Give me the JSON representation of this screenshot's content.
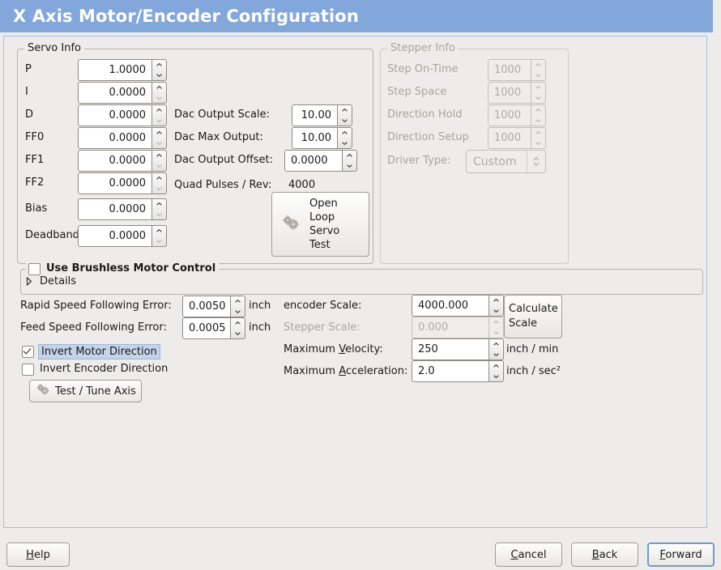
{
  "window": {
    "title": "X Axis Motor/Encoder Configuration"
  },
  "servo": {
    "legend": "Servo Info",
    "rows": [
      {
        "label": "P",
        "value": "1.0000"
      },
      {
        "label": "I",
        "value": "0.0000"
      },
      {
        "label": "D",
        "value": "0.0000"
      },
      {
        "label": "FF0",
        "value": "0.0000"
      },
      {
        "label": "FF1",
        "value": "0.0000"
      },
      {
        "label": "FF2",
        "value": "0.0000"
      },
      {
        "label": "Bias",
        "value": "0.0000"
      },
      {
        "label": "Deadband",
        "value": "0.0000"
      }
    ],
    "dac_output_scale_label": "Dac Output Scale:",
    "dac_output_scale_value": "10.00",
    "dac_max_output_label": "Dac Max Output:",
    "dac_max_output_value": "10.00",
    "dac_output_offset_label": "Dac Output Offset:",
    "dac_output_offset_value": "0.0000",
    "quad_pulses_label": "Quad Pulses / Rev:",
    "quad_pulses_value": "4000",
    "open_loop_button": "Open\nLoop\nServo\nTest",
    "open_loop_lines": [
      "Open",
      "Loop",
      "Servo",
      "Test"
    ]
  },
  "stepper": {
    "legend": "Stepper Info",
    "rows": [
      {
        "label": "Step On-Time",
        "value": "1000"
      },
      {
        "label": "Step Space",
        "value": "1000"
      },
      {
        "label": "Direction Hold",
        "value": "1000"
      },
      {
        "label": "Direction Setup",
        "value": "1000"
      }
    ],
    "driver_type_label": "Driver Type:",
    "driver_type_value": "Custom",
    "disabled": true
  },
  "brushless": {
    "checkbox_label": "Use Brushless Motor Control",
    "checked": false,
    "details_label": "Details",
    "details_expanded": false
  },
  "errors": {
    "rapid_label": "Rapid Speed Following Error:",
    "rapid_value": "0.0050",
    "rapid_unit": "inch",
    "feed_label": "Feed Speed Following Error:",
    "feed_value": "0.0005",
    "feed_unit": "inch"
  },
  "invert": {
    "motor_label": "Invert Motor Direction",
    "motor_checked": true,
    "motor_focused": true,
    "encoder_label": "Invert Encoder Direction",
    "encoder_checked": false
  },
  "test_tune_button": "Test / Tune Axis",
  "scale": {
    "encoder_label": "encoder Scale:",
    "encoder_value": "4000.000",
    "stepper_label": "Stepper Scale:",
    "stepper_value": "0.000",
    "stepper_disabled": true,
    "calculate_button_line1": "Calculate",
    "calculate_button_line2": "Scale",
    "max_velocity_label_pre": "Maximum ",
    "max_velocity_label_mnemonic": "V",
    "max_velocity_label_post": "elocity:",
    "max_velocity_value": "250",
    "max_velocity_unit": "inch / min",
    "max_accel_label_pre": "Maximum ",
    "max_accel_label_mnemonic": "A",
    "max_accel_label_post": "cceleration:",
    "max_accel_value": "2.0",
    "max_accel_unit": "inch / sec²"
  },
  "footer": {
    "help_pre": "",
    "help_mnemonic": "H",
    "help_post": "elp",
    "cancel_pre": "",
    "cancel_mnemonic": "C",
    "cancel_post": "ancel",
    "back_pre": "",
    "back_mnemonic": "B",
    "back_post": "ack",
    "forward_pre": "",
    "forward_mnemonic": "F",
    "forward_post": "orward",
    "forward_focused": true
  },
  "colors": {
    "title_bar": "#83a7da",
    "window_bg": "#edecea",
    "focus_blue": "#6f9ad3",
    "selection_blue": "#c3d3ea"
  }
}
